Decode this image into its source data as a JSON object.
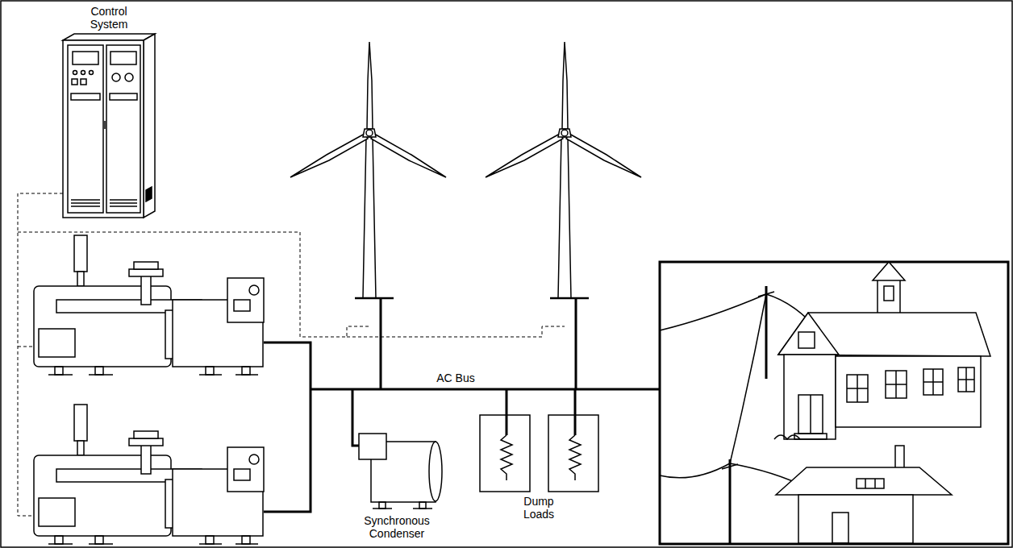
{
  "diagram": {
    "labels": [
      "Control System",
      "AC Bus",
      "Synchronous Condenser",
      "Dump Loads"
    ]
  }
}
